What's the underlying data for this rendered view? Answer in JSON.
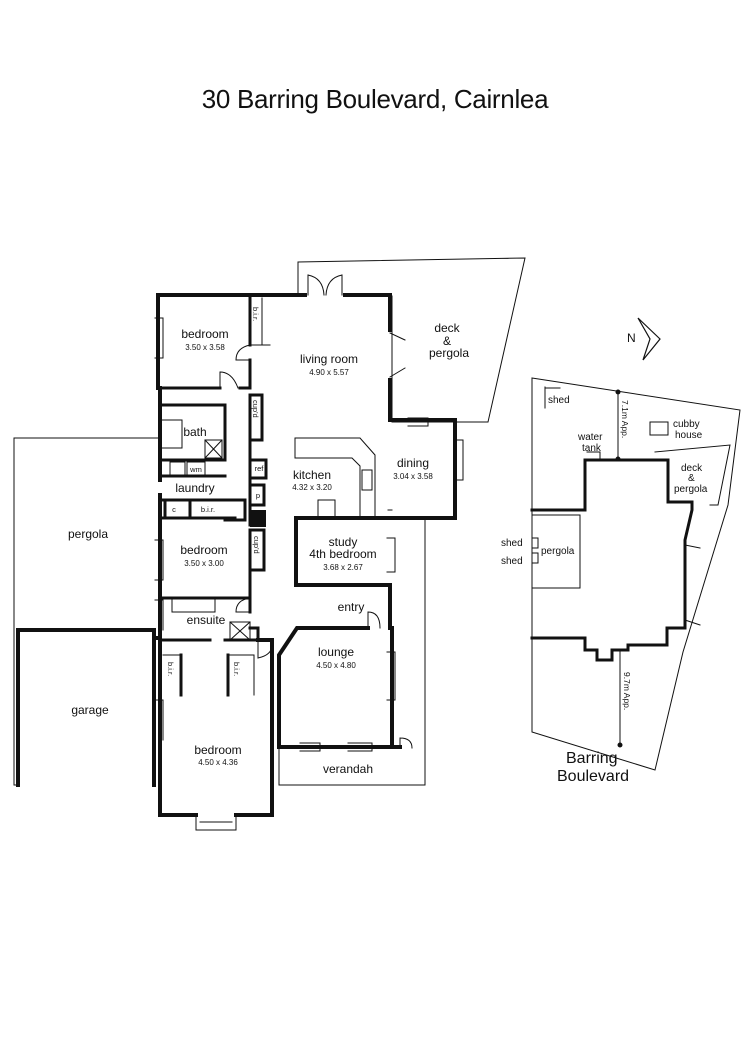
{
  "title": "30 Barring Boulevard, Cairnlea",
  "rooms": {
    "bedroom1": {
      "name": "bedroom",
      "dims": "3.50  x  3.58"
    },
    "living": {
      "name": "living room",
      "dims": "4.90  x  5.57"
    },
    "deck": {
      "line1": "deck",
      "line2": "&",
      "line3": "pergola"
    },
    "kitchen": {
      "name": "kitchen",
      "dims": "4.32  x  3.20"
    },
    "dining": {
      "name": "dining",
      "dims": "3.04  x  3.58"
    },
    "bath": {
      "name": "bath"
    },
    "laundry": {
      "name": "laundry"
    },
    "bedroom2": {
      "name": "bedroom",
      "dims": "3.50  x  3.00"
    },
    "study": {
      "line1": "study",
      "line2": "4th bedroom",
      "dims": "3.68  x  2.67"
    },
    "entry": {
      "name": "entry"
    },
    "pergola": {
      "name": "pergola"
    },
    "ensuite": {
      "name": "ensuite"
    },
    "lounge": {
      "name": "lounge",
      "dims": "4.50  x  4.80"
    },
    "garage": {
      "name": "garage"
    },
    "bedroom3": {
      "name": "bedroom",
      "dims": "4.50  x  4.36"
    },
    "verandah": {
      "name": "verandah"
    }
  },
  "fixtures": {
    "bir": "b.i.r.",
    "cupd": "cup'd",
    "ref": "ref",
    "p": "p",
    "wm": "wm",
    "c": "c"
  },
  "siteplan": {
    "north": "N",
    "shed": "shed",
    "water_tank_1": "water",
    "water_tank_2": "tank",
    "dist_rear": "7.1m App.",
    "cubby_1": "cubby",
    "cubby_2": "house",
    "deck_1": "deck",
    "deck_2": "&",
    "deck_3": "pergola",
    "pergola": "pergola",
    "dist_front": "9.7m App.",
    "street_1": "Barring",
    "street_2": "Boulevard"
  }
}
